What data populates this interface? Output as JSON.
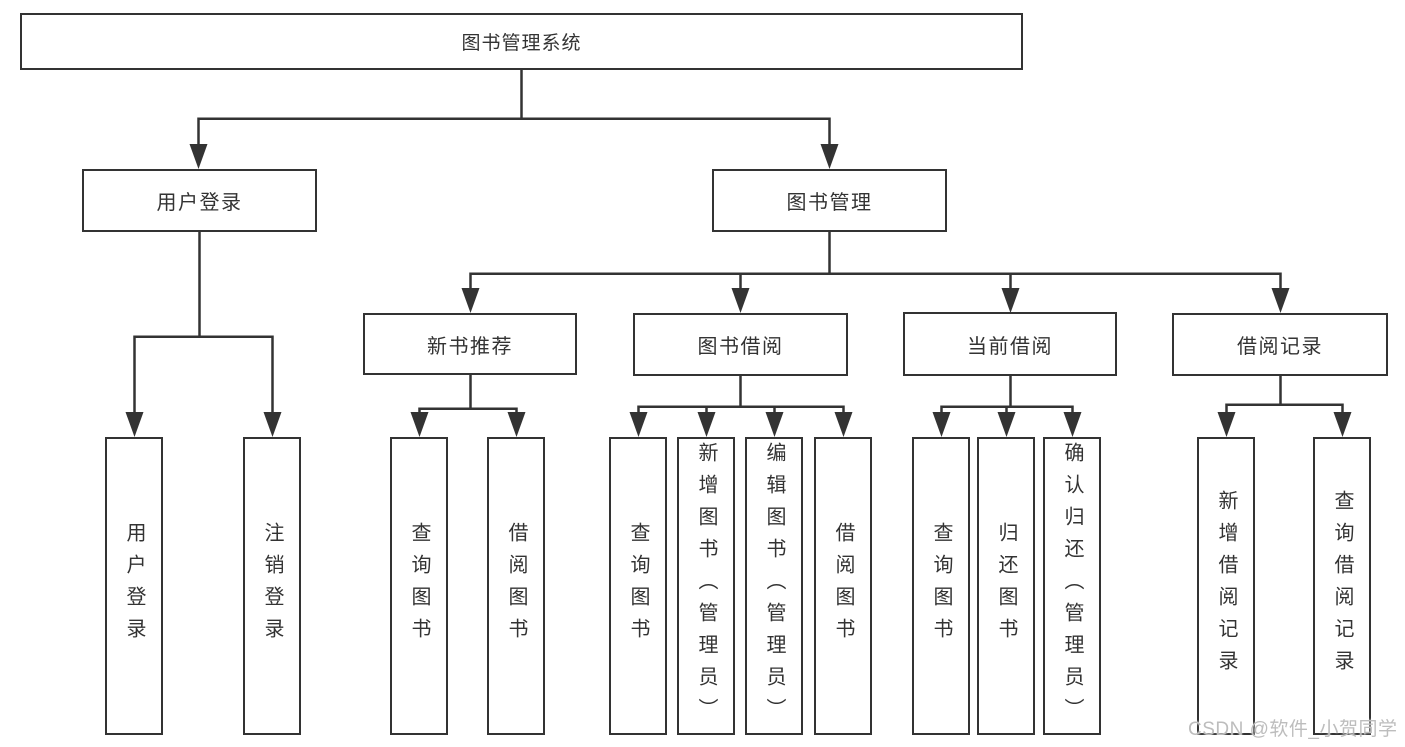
{
  "diagram": {
    "root": {
      "label": "图书管理系统"
    },
    "level1": [
      {
        "id": "user-login",
        "label": "用户登录"
      },
      {
        "id": "book-mgmt",
        "label": "图书管理"
      }
    ],
    "level2": [
      {
        "id": "new-book-recommend",
        "label": "新书推荐"
      },
      {
        "id": "book-borrow",
        "label": "图书借阅"
      },
      {
        "id": "current-borrow",
        "label": "当前借阅"
      },
      {
        "id": "borrow-record",
        "label": "借阅记录"
      }
    ],
    "leaves": {
      "user_login": [
        "用户登录",
        "注销登录"
      ],
      "new_book_recommend": [
        "查询图书",
        "借阅图书"
      ],
      "book_borrow": [
        "查询图书",
        "新增图书（管理员）",
        "编辑图书（管理员）",
        "借阅图书"
      ],
      "current_borrow": [
        "查询图书",
        "归还图书",
        "确认归还（管理员）"
      ],
      "borrow_record": [
        "新增借阅记录",
        "查询借阅记录"
      ]
    }
  },
  "watermark": "CSDN @软件_小贺同学",
  "colors": {
    "line": "#333333",
    "text": "#333333",
    "background": "#ffffff",
    "watermark": "#bdbdbd"
  }
}
